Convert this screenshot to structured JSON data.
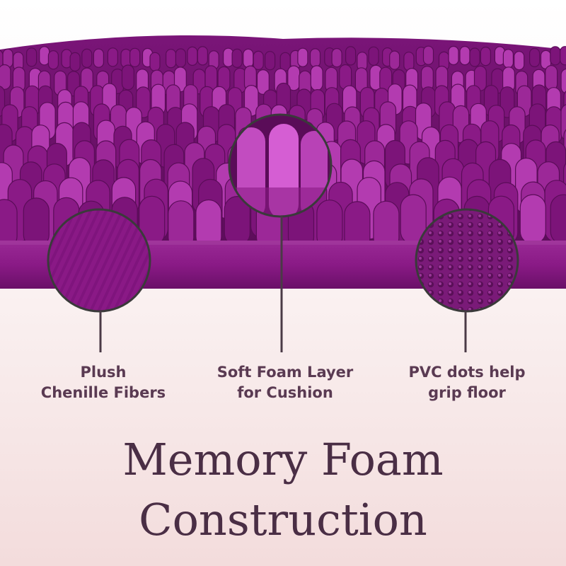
{
  "callouts": [
    {
      "line1": "Plush",
      "line2": "Chenille Fibers"
    },
    {
      "line1": "Soft Foam Layer",
      "line2": "for Cushion"
    },
    {
      "line1": "PVC dots help",
      "line2": "grip floor"
    }
  ],
  "headline": {
    "line1": "Memory Foam",
    "line2": "Construction"
  },
  "colors": {
    "mat_purple": "#8a1a86",
    "mat_dark": "#5a0c58",
    "mat_light": "#b33bb0",
    "text": "#5a3a52",
    "ring": "#3a3a3a"
  },
  "icons": [
    "zoom-circle-fibers",
    "zoom-circle-foam",
    "zoom-circle-pvc-dots"
  ]
}
